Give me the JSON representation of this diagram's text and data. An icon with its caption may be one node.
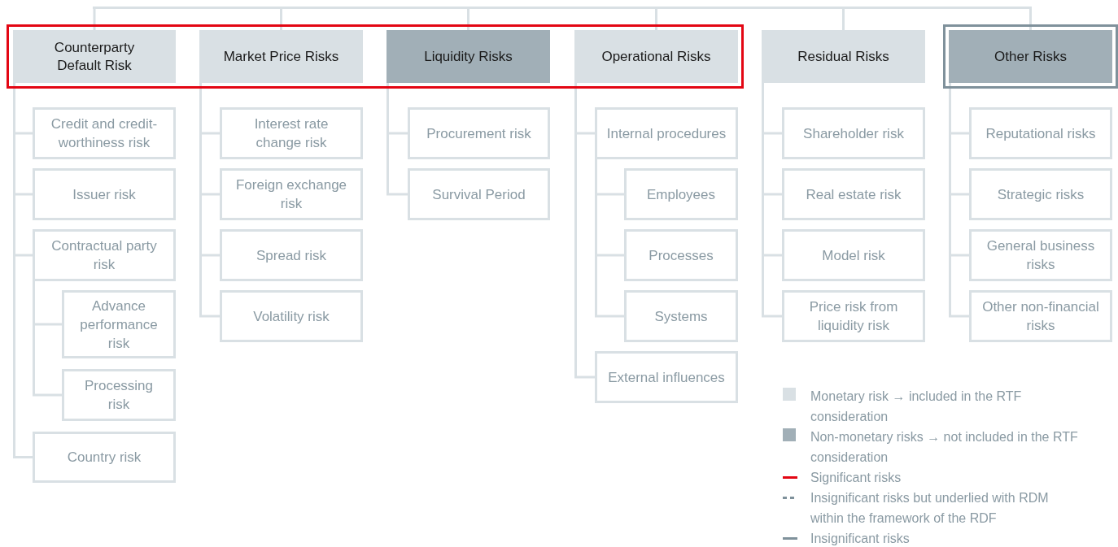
{
  "diagram": {
    "nodes": [
      {
        "text": [],
        "shape": "box"
      },
      {
        "text": [
          "Counterparty Default Risk"
        ],
        "in": 0
      },
      {
        "text": [
          "Market Price Risks"
        ],
        "in": 0
      },
      {
        "text": [
          "Liquidity Risks"
        ],
        "in": 0
      },
      {
        "text": [
          "Operational Risks"
        ],
        "in": 0
      },
      {
        "text": [
          "Residual Risks"
        ]
      },
      {
        "text": [],
        "shape": "box"
      },
      {
        "text": [
          "Other Risks"
        ],
        "in": 6
      },
      {
        "text": [
          "Credit and credit-worthiness risk"
        ]
      },
      {
        "text": [
          "Issuer risk"
        ]
      },
      {
        "text": [
          "Contractual party risk"
        ]
      },
      {
        "text": [
          "Advance performance risk"
        ]
      },
      {
        "text": [
          "Processing risk"
        ]
      },
      {
        "text": [
          "Country risk"
        ]
      },
      {
        "text": [
          "Interest rate change risk"
        ]
      },
      {
        "text": [
          "Foreign exchange risk"
        ]
      },
      {
        "text": [
          "Spread risk"
        ]
      },
      {
        "text": [
          "Volatility risk"
        ]
      },
      {
        "text": [
          "Procurement risk"
        ]
      },
      {
        "text": [
          "Survival Period"
        ]
      },
      {
        "text": [
          "Internal procedures"
        ]
      },
      {
        "text": [
          "Employees"
        ]
      },
      {
        "text": [
          "Processes"
        ]
      },
      {
        "text": [
          "Systems"
        ]
      },
      {
        "text": [
          "External influences"
        ]
      },
      {
        "text": [
          "Shareholder risk"
        ]
      },
      {
        "text": [
          "Real estate risk"
        ]
      },
      {
        "text": [
          "Model risk"
        ]
      },
      {
        "text": [
          "Price risk from liquidity risk"
        ]
      },
      {
        "text": [
          "Reputational risks"
        ]
      },
      {
        "text": [
          "Strategic risks"
        ]
      },
      {
        "text": [
          "General business risks"
        ]
      },
      {
        "text": [
          "Other non-financial risks"
        ]
      },
      {
        "text": [],
        "shape": "bar"
      }
    ],
    "edges": [
      {
        "from": 33,
        "to": 1,
        "arrow": "none"
      },
      {
        "from": 33,
        "to": 2,
        "arrow": "none"
      },
      {
        "from": 33,
        "to": 3,
        "arrow": "none"
      },
      {
        "from": 33,
        "to": 4,
        "arrow": "none"
      },
      {
        "from": 33,
        "to": 5,
        "arrow": "none"
      },
      {
        "from": 33,
        "to": 7,
        "arrow": "none"
      },
      {
        "from": 1,
        "to": 8,
        "arrow": "none"
      },
      {
        "from": 1,
        "to": 9,
        "arrow": "none"
      },
      {
        "from": 1,
        "to": 10,
        "arrow": "none"
      },
      {
        "from": 10,
        "to": 11,
        "arrow": "none"
      },
      {
        "from": 10,
        "to": 12,
        "arrow": "none"
      },
      {
        "from": 1,
        "to": 13,
        "arrow": "none"
      },
      {
        "from": 2,
        "to": 14,
        "arrow": "none"
      },
      {
        "from": 2,
        "to": 15,
        "arrow": "none"
      },
      {
        "from": 2,
        "to": 16,
        "arrow": "none"
      },
      {
        "from": 2,
        "to": 17,
        "arrow": "none"
      },
      {
        "from": 3,
        "to": 18,
        "arrow": "none"
      },
      {
        "from": 3,
        "to": 19,
        "arrow": "none"
      },
      {
        "from": 4,
        "to": 20,
        "arrow": "none"
      },
      {
        "from": 20,
        "to": 21,
        "arrow": "none"
      },
      {
        "from": 20,
        "to": 22,
        "arrow": "none"
      },
      {
        "from": 20,
        "to": 23,
        "arrow": "none"
      },
      {
        "from": 4,
        "to": 24,
        "arrow": "none"
      },
      {
        "from": 5,
        "to": 25,
        "arrow": "none"
      },
      {
        "from": 5,
        "to": 26,
        "arrow": "none"
      },
      {
        "from": 5,
        "to": 27,
        "arrow": "none"
      },
      {
        "from": 5,
        "to": 28,
        "arrow": "none"
      },
      {
        "from": 7,
        "to": 29,
        "arrow": "none"
      },
      {
        "from": 7,
        "to": 30,
        "arrow": "none"
      },
      {
        "from": 7,
        "to": 31,
        "arrow": "none"
      },
      {
        "from": 7,
        "to": 32,
        "arrow": "none"
      }
    ],
    "legend": [
      {
        "text": "Monetary risk → included in the RTF consideration",
        "color": "#d9e0e4"
      },
      {
        "text": "Non-monetary risks → not included in the RTF consideration",
        "color": "#a1afb7"
      },
      {
        "text": "Significant risks"
      },
      {
        "text": "Insignificant risks but underlied with RDM within the framework of the RDF"
      },
      {
        "text": "Insignificant risks"
      }
    ]
  }
}
